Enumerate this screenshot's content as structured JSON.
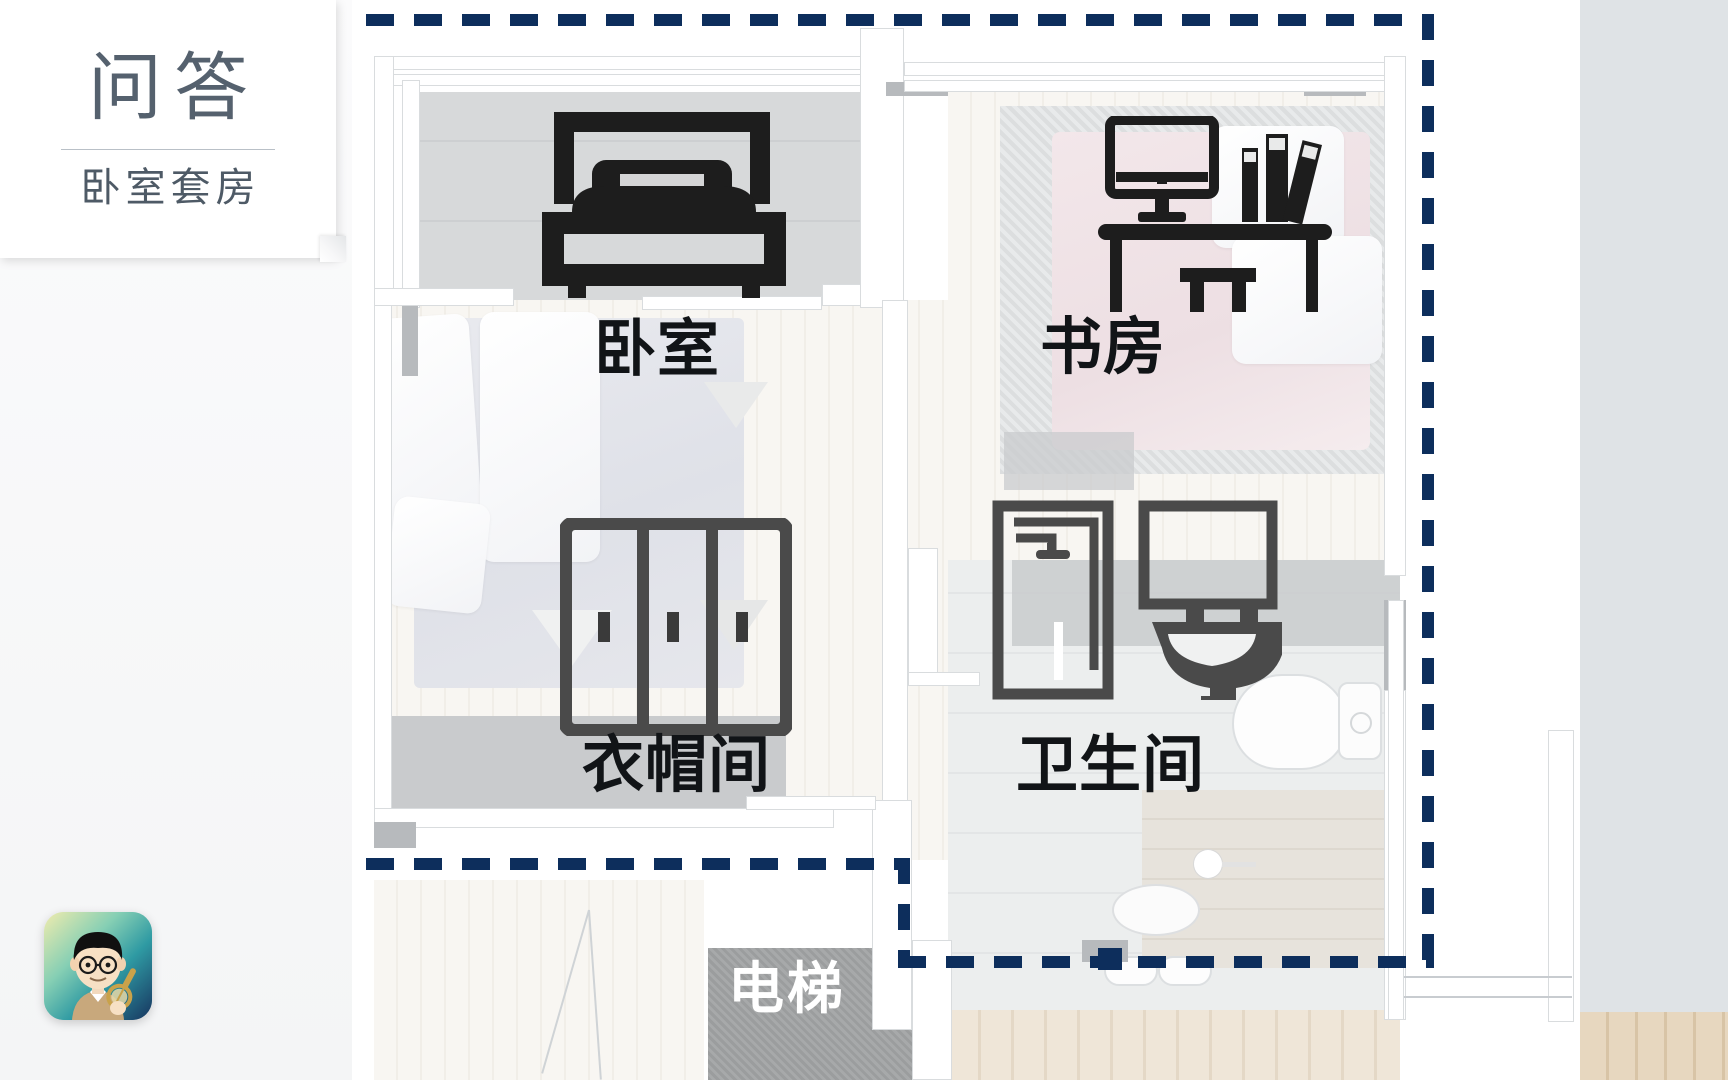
{
  "title_card": {
    "main_title": "问答",
    "subtitle": "卧室套房"
  },
  "avatar": {
    "icon": "person-with-glasses-avatar-icon",
    "alt": "卡通人物头像"
  },
  "floorplan": {
    "highlight_color": "#0d2e5c",
    "rooms": [
      {
        "key": "bedroom",
        "label": "卧室",
        "icon": "bed-icon"
      },
      {
        "key": "study",
        "label": "书房",
        "icon": "desk-computer-icon"
      },
      {
        "key": "closet",
        "label": "衣帽间",
        "icon": "wardrobe-icon"
      },
      {
        "key": "bathroom",
        "label": "卫生间",
        "icon": "shower-sink-icon"
      },
      {
        "key": "elevator",
        "label": "电梯",
        "icon": "elevator-icon"
      }
    ]
  }
}
